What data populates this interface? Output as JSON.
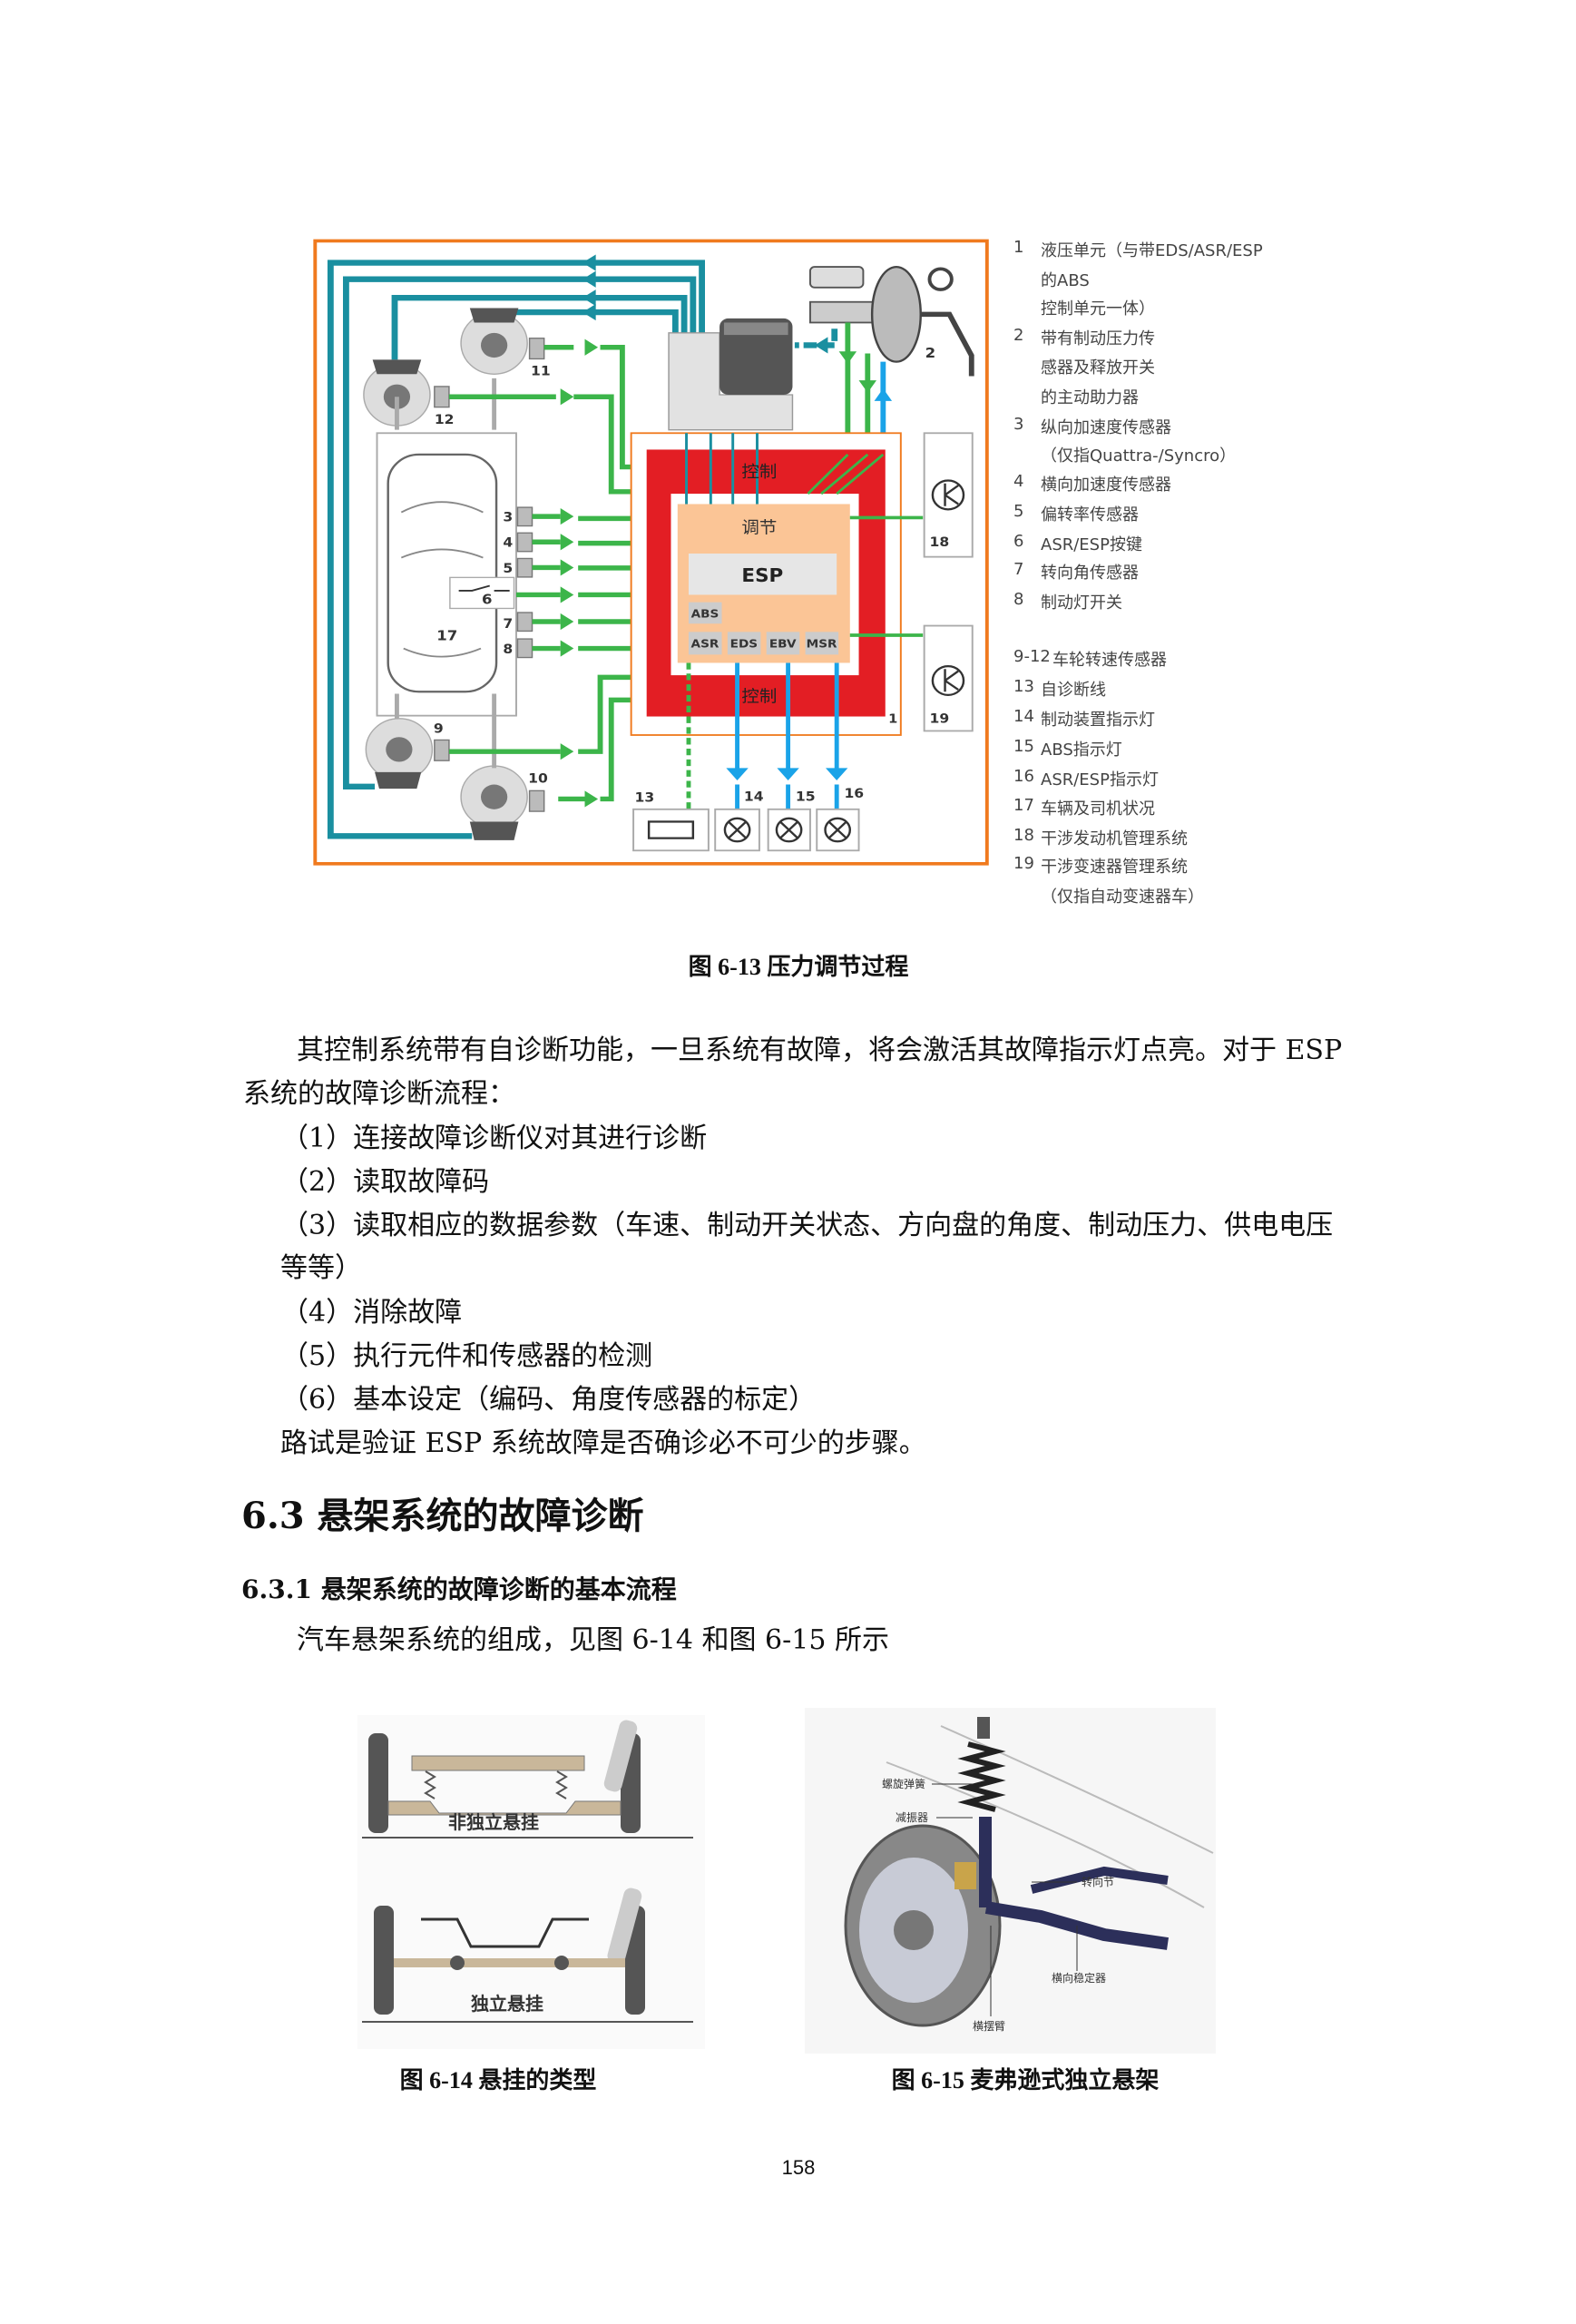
{
  "figure_6_13": {
    "caption": "图 6-13 压力调节过程",
    "diagram": {
      "control_top": "控制",
      "control_bottom": "控制",
      "regulate": "调节",
      "esp": "ESP",
      "abs": "ABS",
      "asr": "ASR",
      "eds": "EDS",
      "ebv": "EBV",
      "msr": "MSR",
      "numbers": {
        "n1": "1",
        "n2": "2",
        "n3": "3",
        "n4": "4",
        "n5": "5",
        "n6": "6",
        "n7": "7",
        "n8": "8",
        "n9": "9",
        "n10": "10",
        "n11": "11",
        "n12": "12",
        "n13": "13",
        "n14": "14",
        "n15": "15",
        "n16": "16",
        "n17": "17",
        "n18": "18",
        "n19": "19"
      }
    },
    "legend": [
      {
        "num": "1",
        "lines": [
          "液压单元（与带EDS/ASR/ESP",
          "的ABS",
          "控制单元一体）"
        ]
      },
      {
        "num": "2",
        "lines": [
          "带有制动压力传",
          "感器及释放开关",
          "的主动助力器"
        ]
      },
      {
        "num": "3",
        "lines": [
          "纵向加速度传感器",
          " （仅指Quattra-/Syncro）"
        ]
      },
      {
        "num": "4",
        "lines": [
          "横向加速度传感器"
        ]
      },
      {
        "num": "5",
        "lines": [
          "偏转率传感器"
        ]
      },
      {
        "num": "6",
        "lines": [
          "ASR/ESP按键"
        ]
      },
      {
        "num": "7",
        "lines": [
          "转向角传感器"
        ]
      },
      {
        "num": "8",
        "lines": [
          "制动灯开关"
        ]
      },
      {
        "num": "9-12",
        "lines": [
          "车轮转速传感器"
        ]
      },
      {
        "num": "13",
        "lines": [
          "自诊断线"
        ]
      },
      {
        "num": "14",
        "lines": [
          "制动装置指示灯"
        ]
      },
      {
        "num": "15",
        "lines": [
          "ABS指示灯"
        ]
      },
      {
        "num": "16",
        "lines": [
          "ASR/ESP指示灯"
        ]
      },
      {
        "num": "17",
        "lines": [
          "车辆及司机状况"
        ]
      },
      {
        "num": "18",
        "lines": [
          "干涉发动机管理系统"
        ]
      },
      {
        "num": "19",
        "lines": [
          "干涉变速器管理系统",
          "（仅指自动变速器车）"
        ]
      }
    ]
  },
  "body": {
    "para1_line1": "其控制系统带有自诊断功能，一旦系统有故障，将会激活其故障指示灯点亮。对于 ESP",
    "para1_line2": "系统的故障诊断流程：",
    "steps": [
      "（1）连接故障诊断仪对其进行诊断",
      "（2）读取故障码",
      "（3）读取相应的数据参数（车速、制动开关状态、方向盘的角度、制动压力、供电电压",
      "等等）",
      "（4）消除故障",
      "（5）执行元件和传感器的检测",
      "（6）基本设定（编码、角度传感器的标定）"
    ],
    "conclusion": "路试是验证 ESP 系统故障是否确诊必不可少的步骤。"
  },
  "section": {
    "heading": "6.3  悬架系统的故障诊断",
    "subheading": "6.3.1  悬架系统的故障诊断的基本流程",
    "intro": "汽车悬架系统的组成，见图 6-14 和图 6-15 所示"
  },
  "figure_6_14": {
    "caption": "图 6-14 悬挂的类型",
    "label_dependent": "非独立悬挂",
    "label_independent": "独立悬挂"
  },
  "figure_6_15": {
    "caption": "图 6-15 麦弗逊式独立悬架",
    "labels": {
      "coil_spring": "螺旋弹簧",
      "shock_absorber": "减振器",
      "steering_knuckle": "转向节",
      "stabilizer": "横向稳定器",
      "control_arm": "横摆臂"
    }
  },
  "page_number": "158",
  "colors": {
    "orange": "#f07a1e",
    "red": "#e31e24",
    "teal": "#1a8fa0",
    "green": "#3cb54a",
    "blue": "#1aa3e8",
    "peach": "#fbc596"
  }
}
